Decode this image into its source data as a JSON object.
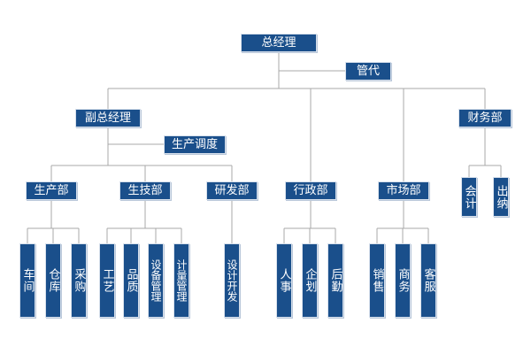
{
  "org": {
    "ceo": "总经理",
    "proxy": "管代",
    "deputy_gm": "副总经理",
    "production_dispatch": "生产调度",
    "finance": "财务部",
    "production_dept": "生产部",
    "tech_dept": "生技部",
    "rd_dept": "研发部",
    "admin_dept": "行政部",
    "market_dept": "市场部",
    "accounting": "会计",
    "cashier": "出纳",
    "workshop": "车间",
    "warehouse": "仓库",
    "purchasing": "采购",
    "process": "工艺",
    "quality": "品质",
    "equipment_mgmt": "设备管理",
    "metrology_mgmt": "计量管理",
    "design_dev": "设计开发",
    "hr": "人事",
    "planning": "企划",
    "logistics": "后勤",
    "sales": "销售",
    "business": "商务",
    "customer_service": "客服"
  }
}
